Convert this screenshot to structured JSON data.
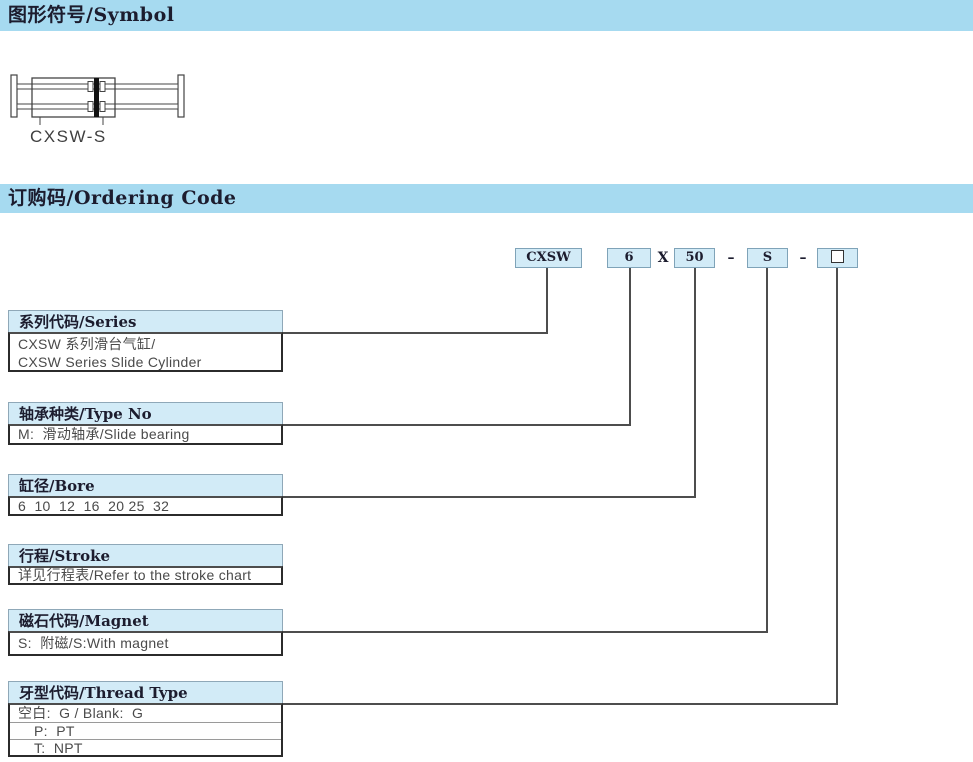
{
  "sections": {
    "symbol": {
      "title": "图形符号/Symbol"
    },
    "ordering": {
      "title": "订购码/Ordering Code"
    }
  },
  "symbol_drawing": {
    "label": "CXSW-S"
  },
  "ordering_code": {
    "series_box": "CXSW",
    "bore_box": "6",
    "separator_x": "X",
    "stroke_box": "50",
    "dash1": "–",
    "magnet_box": "S",
    "dash2": "–",
    "thread_box_icon": "blank-square"
  },
  "tables": [
    {
      "header": "系列代码/Series",
      "line1": "CXSW 系列滑台气缸/",
      "line2": "CXSW Series Slide Cylinder"
    },
    {
      "header": "轴承种类/Type No",
      "line1": "M:  滑动轴承/Slide bearing"
    },
    {
      "header": "缸径/Bore",
      "line1": "6  10  12  16  20 25  32"
    },
    {
      "header": "行程/Stroke",
      "line1": "详见行程表/Refer to the stroke chart"
    },
    {
      "header": "磁石代码/Magnet",
      "line1": "S:  附磁/S:With magnet"
    },
    {
      "header": "牙型代码/Thread Type",
      "line1": "空白:  G / Blank:  G",
      "line2": "P:  PT",
      "line3": "T:  NPT"
    }
  ],
  "colors": {
    "header_bar_blue": "#a6daf0",
    "box_fill_blue": "#d2ebf7",
    "connector_line_gray": "#4d4d4d",
    "body_text_gray": "#4a4a4a",
    "heading_text": "#1c1c2e"
  }
}
